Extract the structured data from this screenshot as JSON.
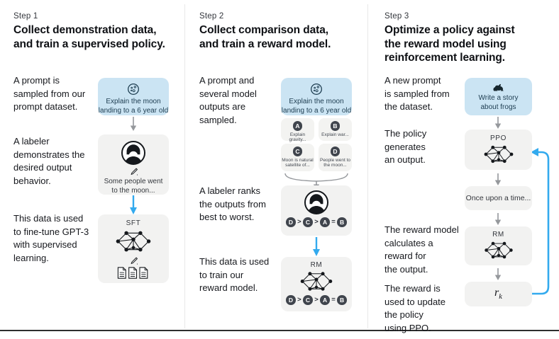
{
  "colors": {
    "accent_blue": "#33aaee",
    "prompt_box_bg": "#cbe4f3",
    "panel_bg": "#f2f2f1",
    "badge_bg": "#40454d"
  },
  "steps": [
    {
      "label": "Step 1",
      "heading": "Collect demonstration data,\nand train a supervised policy.",
      "captions": [
        "A prompt is\nsampled from our\nprompt dataset.",
        "A labeler\ndemonstrates the\ndesired output\nbehavior.",
        "This data is used\nto fine-tune GPT-3\nwith supervised\nlearning."
      ],
      "prompt": {
        "text": "Explain the moon\nlanding to a 6 year old"
      },
      "labeler": {
        "text": "Some people went\nto the moon..."
      },
      "model": {
        "label": "SFT"
      }
    },
    {
      "label": "Step 2",
      "heading": "Collect comparison data,\nand train a reward model.",
      "captions": [
        "A prompt and\nseveral model\noutputs are\nsampled.",
        "A labeler ranks\nthe outputs from\nbest to worst.",
        "This data is used\nto train our\nreward model."
      ],
      "prompt": {
        "text": "Explain the moon\nlanding to a 6 year old"
      },
      "outputs": [
        {
          "badge": "A",
          "text": "Explain gravity..."
        },
        {
          "badge": "B",
          "text": "Explain war..."
        },
        {
          "badge": "C",
          "text": "Moon is natural\nsatellite of..."
        },
        {
          "badge": "D",
          "text": "People went to\nthe moon..."
        }
      ],
      "ranking": {
        "b": [
          "D",
          "C",
          "A",
          "B"
        ],
        "s": [
          ">",
          ">",
          "="
        ]
      },
      "model": {
        "label": "RM"
      }
    },
    {
      "label": "Step 3",
      "heading": "Optimize a policy against\nthe reward model using\nreinforcement learning.",
      "captions": [
        "A new prompt\nis sampled from\nthe dataset.",
        "The policy\ngenerates\nan output.",
        "The reward model\ncalculates a\nreward for\nthe output.",
        "The reward is\nused to update\nthe policy\nusing PPO."
      ],
      "prompt": {
        "text": "Write a story\nabout frogs"
      },
      "policy": {
        "label": "PPO"
      },
      "output": {
        "text": "Once upon a time..."
      },
      "model": {
        "label": "RM"
      },
      "reward": {
        "symbol": "r",
        "subscript": "k"
      }
    }
  ]
}
